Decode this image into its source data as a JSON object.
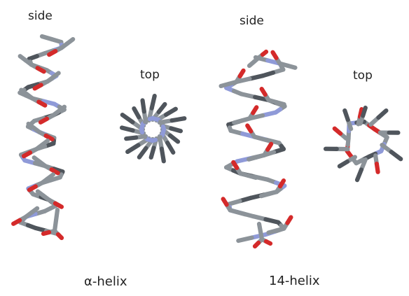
{
  "labels": {
    "alpha_side": "side",
    "alpha_top": "top",
    "fourteen_side": "side",
    "fourteen_top": "top"
  },
  "captions": {
    "alpha_helix": "α-helix",
    "fourteen_helix": "14-helix"
  },
  "colors": {
    "carbon": "#8c9399",
    "carbon_dark": "#4f555b",
    "nitrogen": "#8f9ad8",
    "oxygen": "#d42a2a",
    "text": "#222222"
  }
}
